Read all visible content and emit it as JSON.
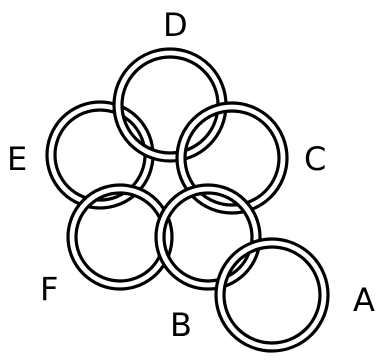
{
  "diagram": {
    "rings": [
      {
        "label": "D"
      },
      {
        "label": "E"
      },
      {
        "label": "C"
      },
      {
        "label": "F"
      },
      {
        "label": "B"
      },
      {
        "label": "A"
      }
    ],
    "colors": {
      "stroke": "#000000",
      "background": "#ffffff"
    }
  }
}
